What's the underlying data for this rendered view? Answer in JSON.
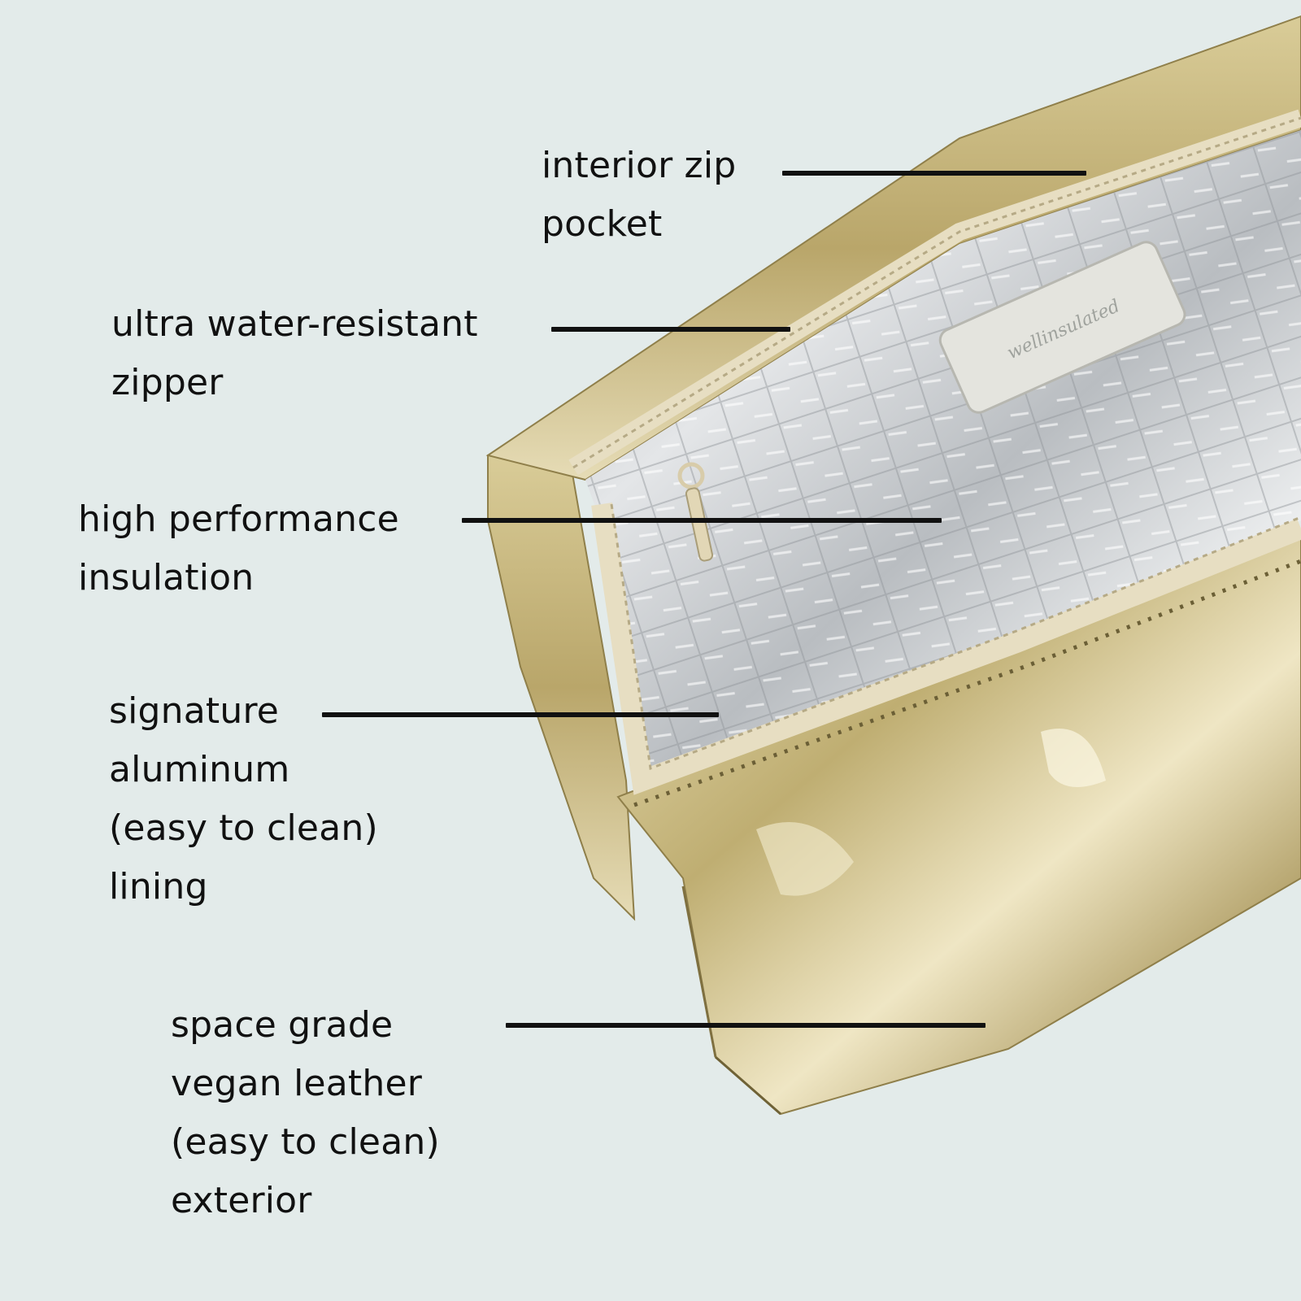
{
  "background_color": "#e3ebea",
  "text_color": "#111111",
  "product": {
    "description": "gold metallic insulated bag with aluminum lining, shown open",
    "tag_text": "wellinsulated",
    "exterior_color": "#cdbf8a",
    "lining_color": "#c9cccf",
    "zipper_color": "#e6dcc0"
  },
  "callouts": [
    {
      "id": "interior-zip-pocket",
      "lines": [
        "interior zip",
        "pocket"
      ]
    },
    {
      "id": "zipper",
      "lines": [
        "ultra water-resistant",
        "zipper"
      ]
    },
    {
      "id": "insulation",
      "lines": [
        "high performance",
        "insulation"
      ]
    },
    {
      "id": "lining",
      "lines": [
        "signature",
        "aluminum",
        "(easy to clean)",
        "lining"
      ]
    },
    {
      "id": "exterior",
      "lines": [
        "space grade",
        "vegan leather",
        "(easy to clean)",
        "exterior"
      ]
    }
  ]
}
